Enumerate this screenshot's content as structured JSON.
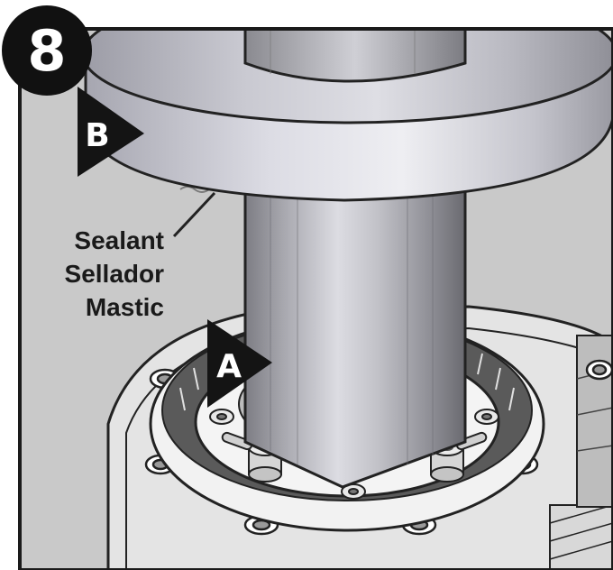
{
  "step": {
    "number": "8"
  },
  "callouts": {
    "a": "A",
    "b": "B"
  },
  "sealant_label": {
    "line1": "Sealant",
    "line2": "Sellador",
    "line3": "Mastic"
  },
  "colors": {
    "background": "#c9c9c9",
    "frame": "#1a1a1a",
    "metal_light": "#e6e6ea",
    "metal_mid": "#b4b4ba",
    "metal_dark": "#6e6e74",
    "callout_fill": "#141414"
  }
}
